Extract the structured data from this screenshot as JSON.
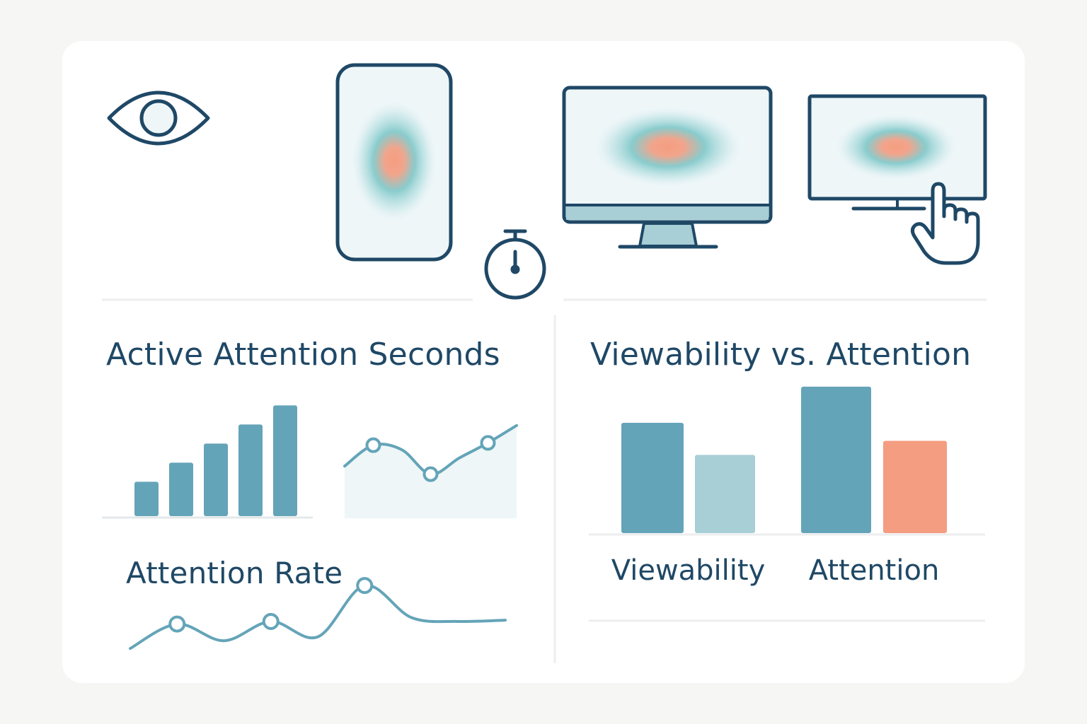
{
  "colors": {
    "ink": "#1f4866",
    "teal": "#64a4b8",
    "teal_light": "#a8ced6",
    "coral": "#f49d80",
    "area_fill": "#eef6f8",
    "divider": "#eceeef",
    "screen_fill": "#eef6f8"
  },
  "icons": [
    "eye-icon",
    "smartphone-icon",
    "stopwatch-icon",
    "desktop-monitor-icon",
    "touch-monitor-icon",
    "pointing-hand-icon"
  ],
  "headings": {
    "active_attention": "Active Attention Seconds",
    "viewability_vs_attention": "Viewability vs. Attention",
    "attention_rate": "Attention Rate"
  },
  "chart_data": [
    {
      "id": "active-attention-bars",
      "type": "bar",
      "title": "Active Attention Seconds",
      "categories": [
        "",
        "",
        "",
        "",
        ""
      ],
      "values": [
        18,
        28,
        38,
        48,
        58
      ],
      "ylim": [
        0,
        60
      ],
      "grid": false
    },
    {
      "id": "active-attention-area",
      "type": "area",
      "x": [
        0,
        1,
        2,
        3,
        4,
        5,
        6
      ],
      "values": [
        45,
        63,
        59,
        38,
        52,
        65,
        80
      ],
      "markers": [
        1,
        3,
        5
      ],
      "ylim": [
        0,
        100
      ],
      "grid": false
    },
    {
      "id": "attention-rate-line",
      "type": "line",
      "title": "Attention Rate",
      "x": [
        0,
        1,
        2,
        3,
        4,
        5,
        6,
        7,
        8
      ],
      "values": [
        6,
        25,
        12,
        27,
        15,
        55,
        30,
        27,
        28
      ],
      "markers": [
        1,
        3,
        5
      ],
      "ylim": [
        0,
        60
      ],
      "grid": false
    },
    {
      "id": "viewability-vs-attention",
      "type": "bar",
      "title": "Viewability vs. Attention",
      "categories": [
        "Viewability",
        "Attention"
      ],
      "series": [
        {
          "values": [
            55,
            73
          ]
        },
        {
          "values": [
            39,
            46
          ]
        }
      ],
      "ylim": [
        0,
        80
      ],
      "grid": false
    }
  ]
}
